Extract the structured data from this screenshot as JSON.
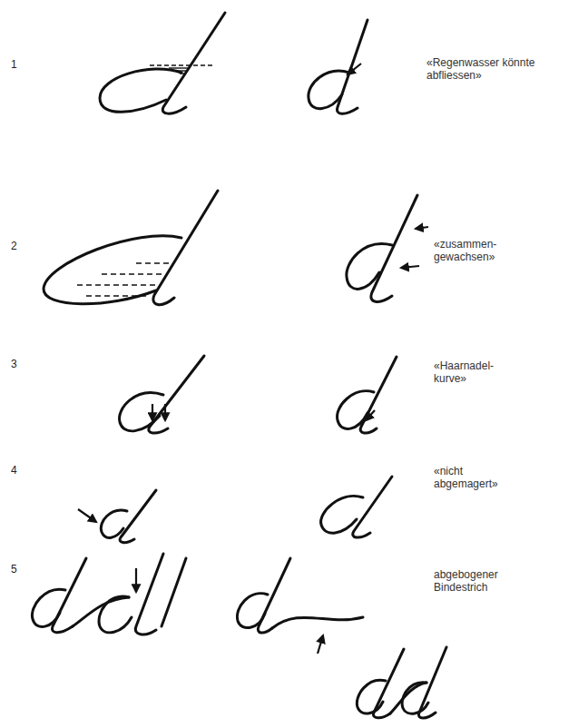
{
  "diagram": {
    "labels": [
      "1",
      "«Regenwasser könnte abfliessen»",
      "2",
      "«zusammen- gewachsen»",
      "3",
      "«Haarnadel- kurve»",
      "4",
      "«nicht abgemagert»",
      "5",
      "abgebogener Bindestrich"
    ]
  }
}
